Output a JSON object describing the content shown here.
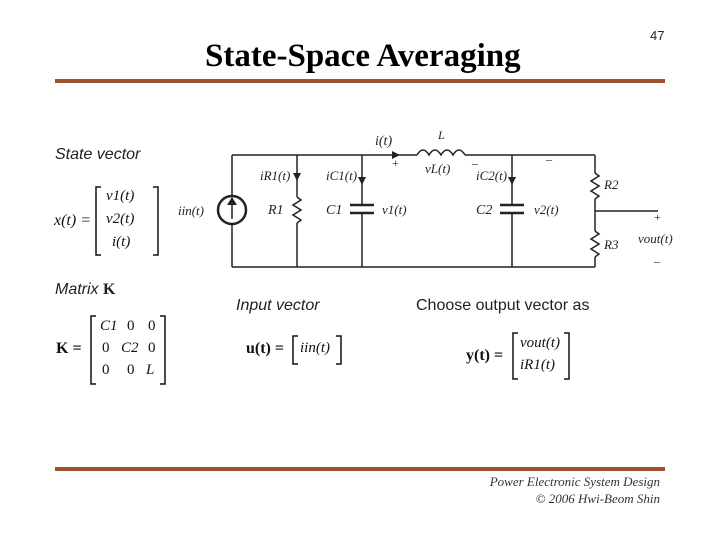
{
  "slide": {
    "title": "State-Space Averaging",
    "number": "47",
    "footer_line1": "Power Electronic System Design",
    "footer_line2": "© 2006 Hwi-Beom Shin"
  },
  "state_vector": {
    "label": "State vector",
    "lhs": "x(t) =",
    "entries": [
      "v1(t)",
      "v2(t)",
      "i(t)"
    ]
  },
  "matrix_k": {
    "label_prefix": "Matrix ",
    "label_symbol": "K",
    "lhs": "K =",
    "rows": [
      [
        "C1",
        "0",
        "0"
      ],
      [
        "0",
        "C2",
        "0"
      ],
      [
        "0",
        "0",
        "L"
      ]
    ]
  },
  "input_vector": {
    "label": "Input vector",
    "lhs": "u(t) =",
    "entry": "iin(t)"
  },
  "output_vector": {
    "label": "Choose output vector as",
    "lhs": "y(t) =",
    "entries": [
      "vout(t)",
      "iR1(t)"
    ]
  },
  "circuit": {
    "labels": {
      "i_t": "i(t)",
      "L": "L",
      "iR1": "iR1(t)",
      "iC1": "iC1(t)",
      "vL": "vL(t)",
      "iC2": "iC2(t)",
      "R2": "R2",
      "iin": "iin(t)",
      "R1": "R1",
      "C1": "C1",
      "v1": "v1(t)",
      "C2": "C2",
      "v2": "v2(t)",
      "R3": "R3",
      "vout": "vout(t)",
      "plus_left": "+",
      "minus_left": "–",
      "minus_top": "–",
      "plus_right": "+",
      "minus_right": "–"
    }
  }
}
